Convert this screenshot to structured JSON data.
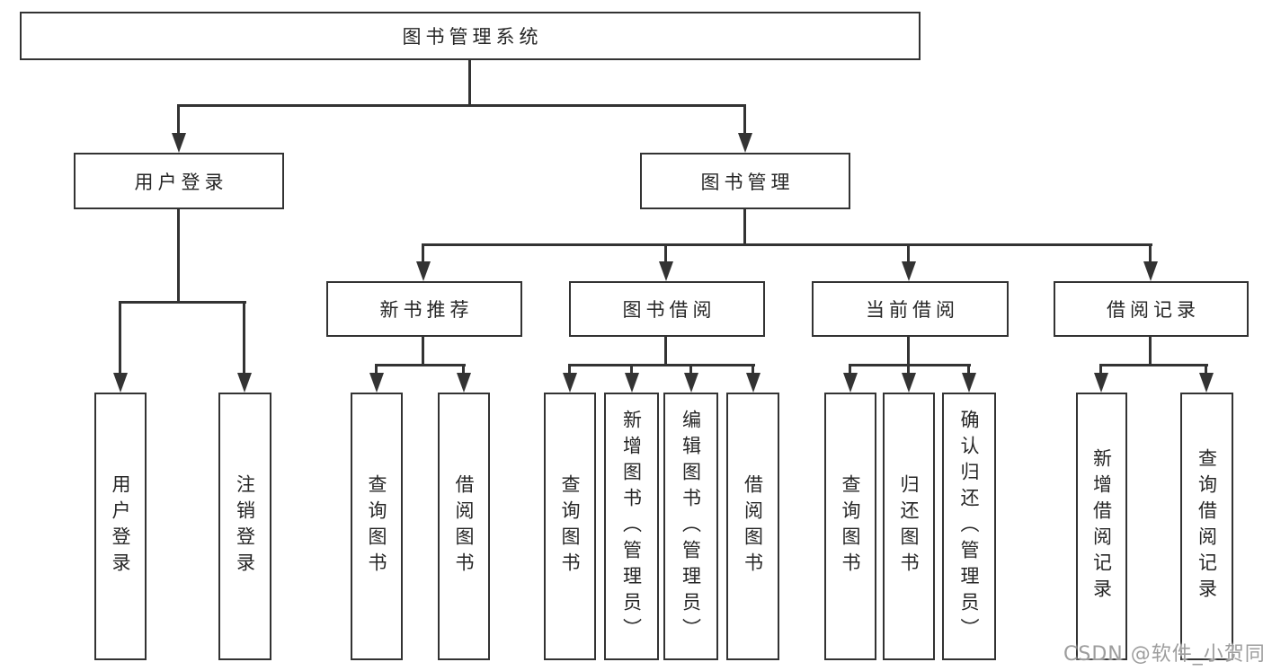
{
  "diagram_title": "图书管理系统",
  "nodes": {
    "root": {
      "label": "图书管理系统"
    },
    "level1": [
      {
        "label": "用户登录"
      },
      {
        "label": "图书管理"
      }
    ],
    "level2": [
      {
        "label": "新书推荐"
      },
      {
        "label": "图书借阅"
      },
      {
        "label": "当前借阅"
      },
      {
        "label": "借阅记录"
      }
    ],
    "leaves": {
      "user": [
        {
          "label": "用户登录"
        },
        {
          "label": "注销登录"
        }
      ],
      "recommend": [
        {
          "label": "查询图书"
        },
        {
          "label": "借阅图书"
        }
      ],
      "borrow": [
        {
          "label": "查询图书"
        },
        {
          "label": "新增图书（管理员）"
        },
        {
          "label": "编辑图书（管理员）"
        },
        {
          "label": "借阅图书"
        }
      ],
      "current": [
        {
          "label": "查询图书"
        },
        {
          "label": "归还图书"
        },
        {
          "label": "确认归还（管理员）"
        }
      ],
      "records": [
        {
          "label": "新增借阅记录"
        },
        {
          "label": "查询借阅记录"
        }
      ]
    }
  },
  "watermark": {
    "text": "CSDN @软件_小贺同学"
  },
  "colors": {
    "line": "#333333",
    "text": "#262626",
    "watermark": "#9d9d9d",
    "background": "#ffffff"
  }
}
